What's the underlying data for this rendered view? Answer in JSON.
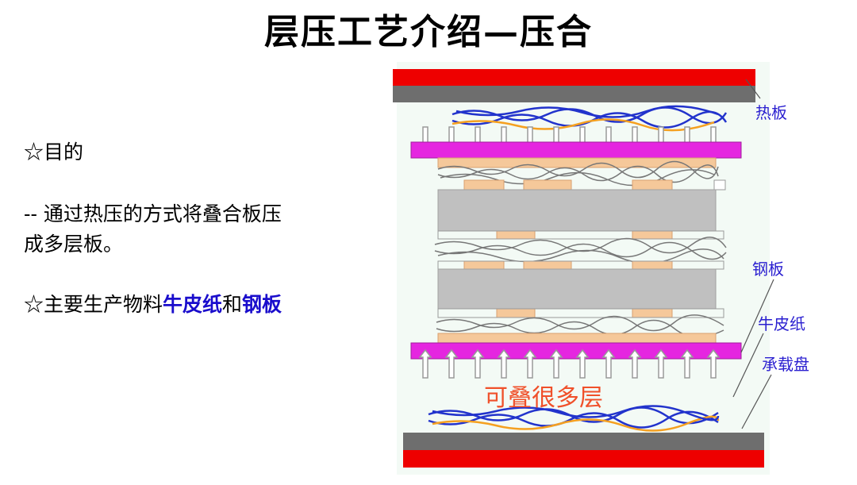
{
  "slide": {
    "title": "层压工艺介绍—压合",
    "purpose_heading": "☆目的",
    "purpose_text_line1": "-- 通过热压的方式将叠合板压",
    "purpose_text_line2": "成多层板。",
    "materials_prefix": "☆主要生产物料",
    "materials_item1": "牛皮纸",
    "materials_joiner": "和",
    "materials_item2": "钢板"
  },
  "diagram": {
    "labels": {
      "hot_plate": "热板",
      "steel_plate": "钢板",
      "kraft_paper": "牛皮纸",
      "carrier_tray": "承载盘"
    },
    "stack_note": "可叠很多层",
    "colors": {
      "hot_plate_red": "#ee0000",
      "hot_plate_gray": "#6e6e6e",
      "steel_plate_magenta": "#e526e0",
      "core_gray": "#c0c0c0",
      "copper_pad": "#f5c89a",
      "kraft_blue": "#2233cc",
      "kraft_orange": "#f5a020",
      "label_blue": "#2a1fd0",
      "note_orange": "#f0502a"
    }
  }
}
